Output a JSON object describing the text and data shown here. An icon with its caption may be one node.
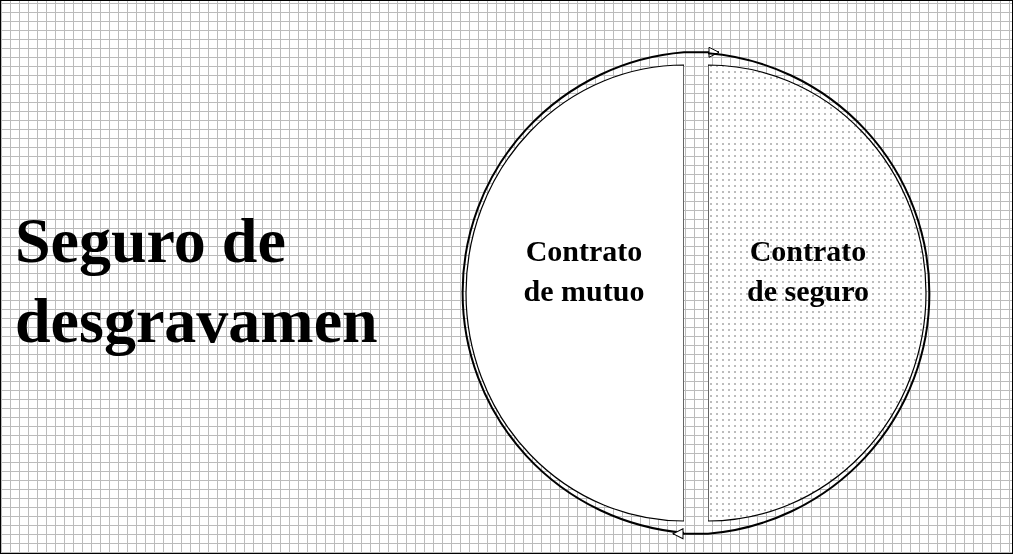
{
  "diagram": {
    "title": "Seguro de desgravamen",
    "nodes": [
      {
        "text": [
          "Contrato de mutuo"
        ]
      },
      {
        "text": [
          "Contrato de seguro"
        ]
      }
    ],
    "edges": [
      {
        "from": 0,
        "to": 1,
        "arrow": "to"
      },
      {
        "from": 1,
        "to": 0,
        "arrow": "to"
      }
    ]
  }
}
